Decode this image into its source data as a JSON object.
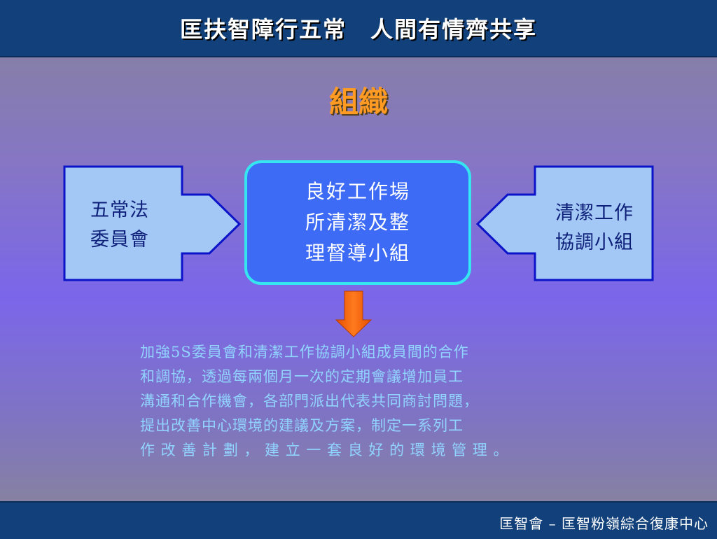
{
  "header": {
    "title": "匡扶智障行五常　人間有情齊共享"
  },
  "slide": {
    "title": "組織"
  },
  "diagram": {
    "left_box": {
      "lines": [
        "五常法",
        "委員會"
      ]
    },
    "center_box": {
      "lines": [
        "良好工作場",
        "所清潔及整",
        "理督導小組"
      ]
    },
    "right_box": {
      "lines": [
        "清潔工作",
        "協調小組"
      ]
    },
    "colors": {
      "side_box_fill": "#a3c8f5",
      "side_box_border": "#0b14c8",
      "center_box_fill": "#3d6bf6",
      "center_box_border": "#35e6f0",
      "down_arrow_fill": "#ff6a10"
    }
  },
  "description": {
    "lines": [
      "加強5S委員會和清潔工作協調小組成員間的合作",
      "和調協，透過每兩個月一次的定期會議增加員工",
      "溝通和合作機會，各部門派出代表共同商討問題，",
      "提出改善中心環境的建議及方案，制定一系列工",
      "作 改 善 計 劃 ， 建 立 一 套 良 好 的 環 境 管 理 。"
    ]
  },
  "footer": {
    "text": "匡智會 – 匡智粉嶺綜合復康中心"
  }
}
